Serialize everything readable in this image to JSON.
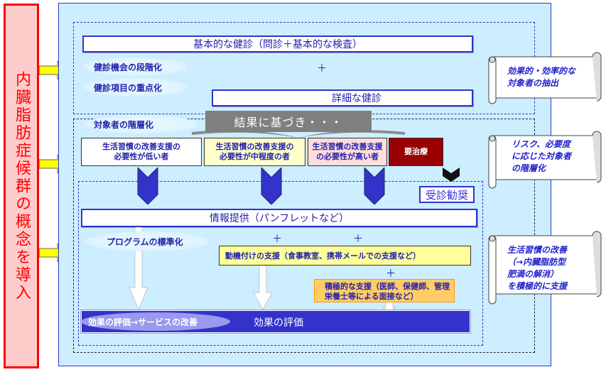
{
  "concept": {
    "label": "内臓脂肪症候群の概念を導入"
  },
  "stage1": {
    "basic_checkup": "基本的な健診（問診＋基本的な検査）",
    "ellipse1": "健診機会の段階化",
    "ellipse2": "健診項目の重点化",
    "plus": "＋",
    "detailed_checkup": "詳細な健診"
  },
  "stage2": {
    "banner": "結果に基づき・・・",
    "ellipse": "対象者の階層化",
    "tiers": [
      {
        "line1": "生活習慣の改善支援の",
        "line2": "必要性が低い者",
        "color": "#ffffff"
      },
      {
        "line1": "生活習慣の改善支援の",
        "line2": "必要性が中程度の者",
        "color": "#ffffcc"
      },
      {
        "line1": "生活習慣の改善支援",
        "line2": "の必要性が高い者",
        "color": "#ffdddd"
      },
      {
        "line1": "要治療",
        "line2": "",
        "color": "#990000"
      }
    ],
    "consult": "受診勧奨"
  },
  "stage3": {
    "info": "情報提供（パンフレットなど）",
    "ellipse": "プログラムの標準化",
    "plus": "＋",
    "motivation": "動機付けの支援（食事教室、携帯メールでの支援など）",
    "active_line1": "積極的な支援（医師、保健師、管理",
    "active_line2": "栄養士等による面接など）",
    "eval_ellipse": "効果の評価→サービスの改善",
    "eval_title": "効果の評価"
  },
  "scrolls": [
    {
      "lines": [
        "効果的・効率的な",
        "対象者の抽出"
      ]
    },
    {
      "lines": [
        "リスク、必要度",
        "に応じた対象者",
        "の階層化"
      ]
    },
    {
      "lines": [
        "生活習慣の改善",
        "（→内臓脂肪型",
        "肥満の解消）",
        "を積極的に支援"
      ]
    }
  ],
  "colors": {
    "concept_red": "#ff0000",
    "panel_bg": "#cceeff",
    "accent_blue": "#3333cc",
    "arrow_yellow": "#ffff00"
  }
}
